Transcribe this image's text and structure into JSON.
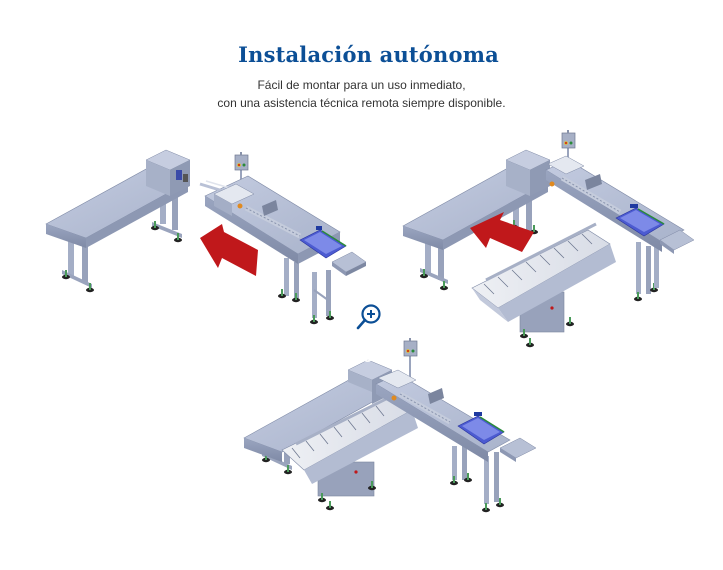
{
  "header": {
    "title": "Instalación autónoma",
    "subtitle_line1": "Fácil de montar para un uso inmediato,",
    "subtitle_line2": "con una asistencia técnica remota siempre disponible."
  },
  "figure": {
    "panels": [
      {
        "name": "step-1",
        "description": "Conveyor table separated from feeder line, red arrow indicating joining"
      },
      {
        "name": "step-2",
        "description": "Conveyor joined to feeder line, sorting tray to be inserted, red arrow"
      },
      {
        "name": "step-3",
        "description": "Fully assembled installation"
      }
    ],
    "zoom_icon": "zoom-in-icon",
    "zoom_watermark": "zoom"
  },
  "colors": {
    "title": "#0c4f96",
    "arrow": "#c0181b",
    "machine_body": "#b4bfd4",
    "machine_shadow": "#8e9ab3",
    "zoom_icon": "#0c4f96"
  }
}
